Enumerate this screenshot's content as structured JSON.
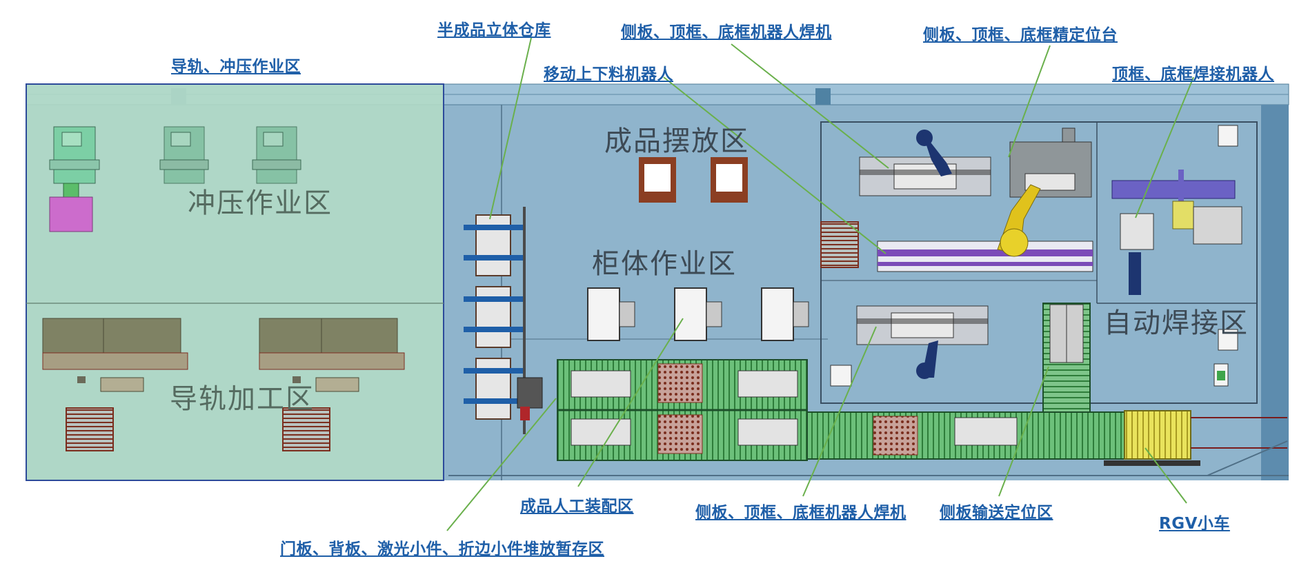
{
  "callouts": {
    "rail_stamping_area": "导轨、冲压作业区",
    "semi_finished_warehouse": "半成品立体仓库",
    "mobile_loading_robot": "移动上下料机器人",
    "welder_top": "侧板、顶框、底框机器人焊机",
    "precision_positioning": "侧板、顶框、底框精定位台",
    "frame_welding_robot": "顶框、底框焊接机器人",
    "manual_assembly": "成品人工装配区",
    "welder_bottom": "侧板、顶框、底框机器人焊机",
    "side_panel_conveying": "侧板输送定位区",
    "rgv_cart": "RGV小车",
    "storage_area": "门板、背板、激光小件、折边小件堆放暂存区"
  },
  "zones": {
    "stamping": "冲压作业区",
    "rail_machining": "导轨加工区",
    "finished_placement": "成品摆放区",
    "cabinet_work": "柜体作业区",
    "auto_welding": "自动焊接区"
  },
  "colors": {
    "callout_text": "#1f5fa8",
    "leader_line": "#6ab04c",
    "floor": "#8fb4cc",
    "left_overlay": "#b4dcc6",
    "conveyor": "#5fb86a",
    "rgv": "#e8e25a",
    "robot": "#e0c21c",
    "welder_robot": "#1d3570",
    "pallet": "#8b3e22"
  }
}
